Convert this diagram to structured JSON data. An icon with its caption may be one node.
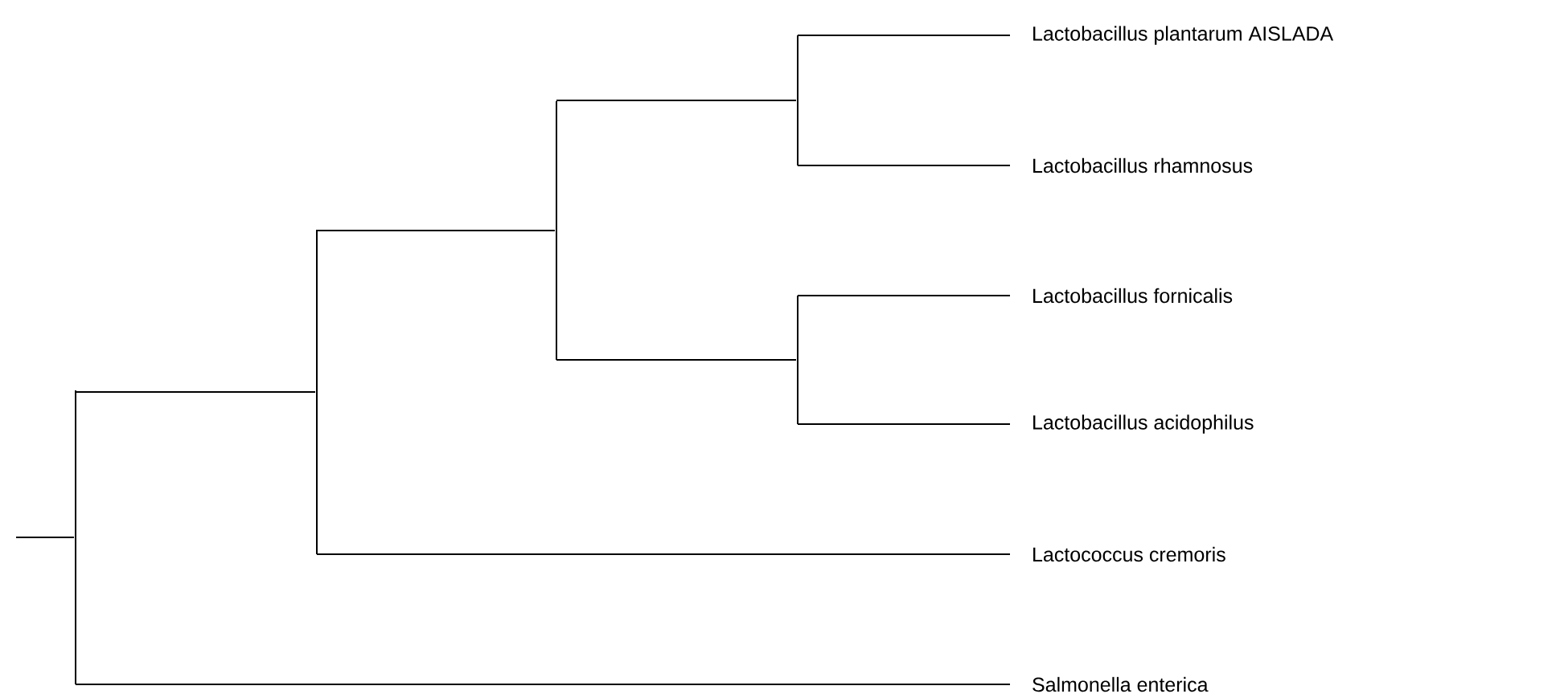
{
  "diagram": {
    "nodes": [
      {
        "text": [],
        "shape": "bar"
      },
      {
        "text": [],
        "shape": "bar"
      },
      {
        "text": [],
        "shape": "bar"
      },
      {
        "text": [],
        "shape": "bar"
      },
      {
        "text": [
          "Lactobacillus plantarum AISLADA"
        ]
      },
      {
        "text": [
          "Lactobacillus rhamnosus"
        ]
      },
      {
        "text": [],
        "shape": "bar"
      },
      {
        "text": [
          "Lactobacillus fornicalis"
        ]
      },
      {
        "text": [
          "Lactobacillus acidophilus"
        ]
      },
      {
        "text": [
          "Lactococcus cremoris"
        ]
      },
      {
        "text": [
          "Salmonella enterica"
        ]
      }
    ],
    "edges": [
      {
        "from": null,
        "to": 0,
        "arrow": "none"
      },
      {
        "from": 0,
        "to": 1,
        "arrow": "none"
      },
      {
        "from": 0,
        "to": 10,
        "arrow": "none"
      },
      {
        "from": 1,
        "to": 2,
        "arrow": "none"
      },
      {
        "from": 1,
        "to": 9,
        "arrow": "none"
      },
      {
        "from": 2,
        "to": 3,
        "arrow": "none"
      },
      {
        "from": 2,
        "to": 6,
        "arrow": "none"
      },
      {
        "from": 3,
        "to": 4,
        "arrow": "none"
      },
      {
        "from": 3,
        "to": 5,
        "arrow": "none"
      },
      {
        "from": 6,
        "to": 7,
        "arrow": "none"
      },
      {
        "from": 6,
        "to": 8,
        "arrow": "none"
      }
    ]
  }
}
